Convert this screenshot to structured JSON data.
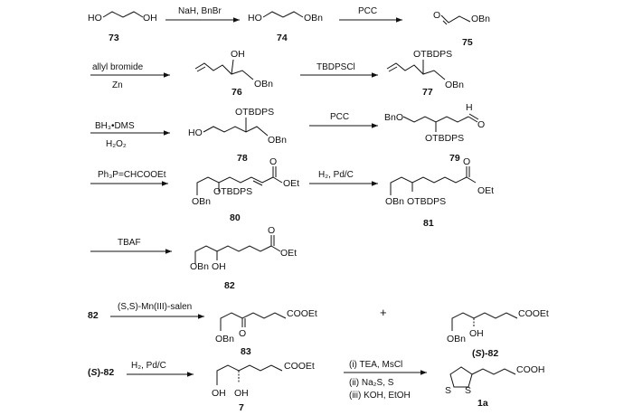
{
  "compounds": {
    "c73": "73",
    "c74": "74",
    "c75": "75",
    "c76": "76",
    "c77": "77",
    "c78": "78",
    "c79": "79",
    "c80": "80",
    "c81": "81",
    "c82": "82",
    "c83": "83",
    "c7": "7",
    "c1a": "1a",
    "s82_prefix": "(",
    "s82_s": "S",
    "s82_suffix": ")-82",
    "s82_left_prefix": "(",
    "s82_left_s": "S",
    "s82_left_suffix": ")-82",
    "c82_start": "82"
  },
  "reagents": {
    "r1": "NaH, BnBr",
    "r2": "PCC",
    "r3a": "allyl bromide",
    "r3b": "Zn",
    "r4": "TBDPSCl",
    "r5a": "BH₃•DMS",
    "r5b": "H₂O₂",
    "r6": "PCC",
    "r7": "Ph₃P=CHCOOEt",
    "r8": "H₂, Pd/C",
    "r9": "TBAF",
    "r10": "(S,S)-Mn(III)-salen",
    "r11": "H₂, Pd/C",
    "r12a": "(i) TEA, MsCl",
    "r12b": "(ii) Na₂S, S",
    "r12c": "(iii) KOH, EtOH"
  },
  "atoms": {
    "ho": "HO",
    "oh": "OH",
    "obn": "OBn",
    "bno": "BnO",
    "o": "O",
    "otbdps": "OTBDPS",
    "h": "H",
    "oet": "OEt",
    "cooet": "COOEt",
    "cooh": "COOH",
    "s": "S",
    "plus": "+"
  }
}
